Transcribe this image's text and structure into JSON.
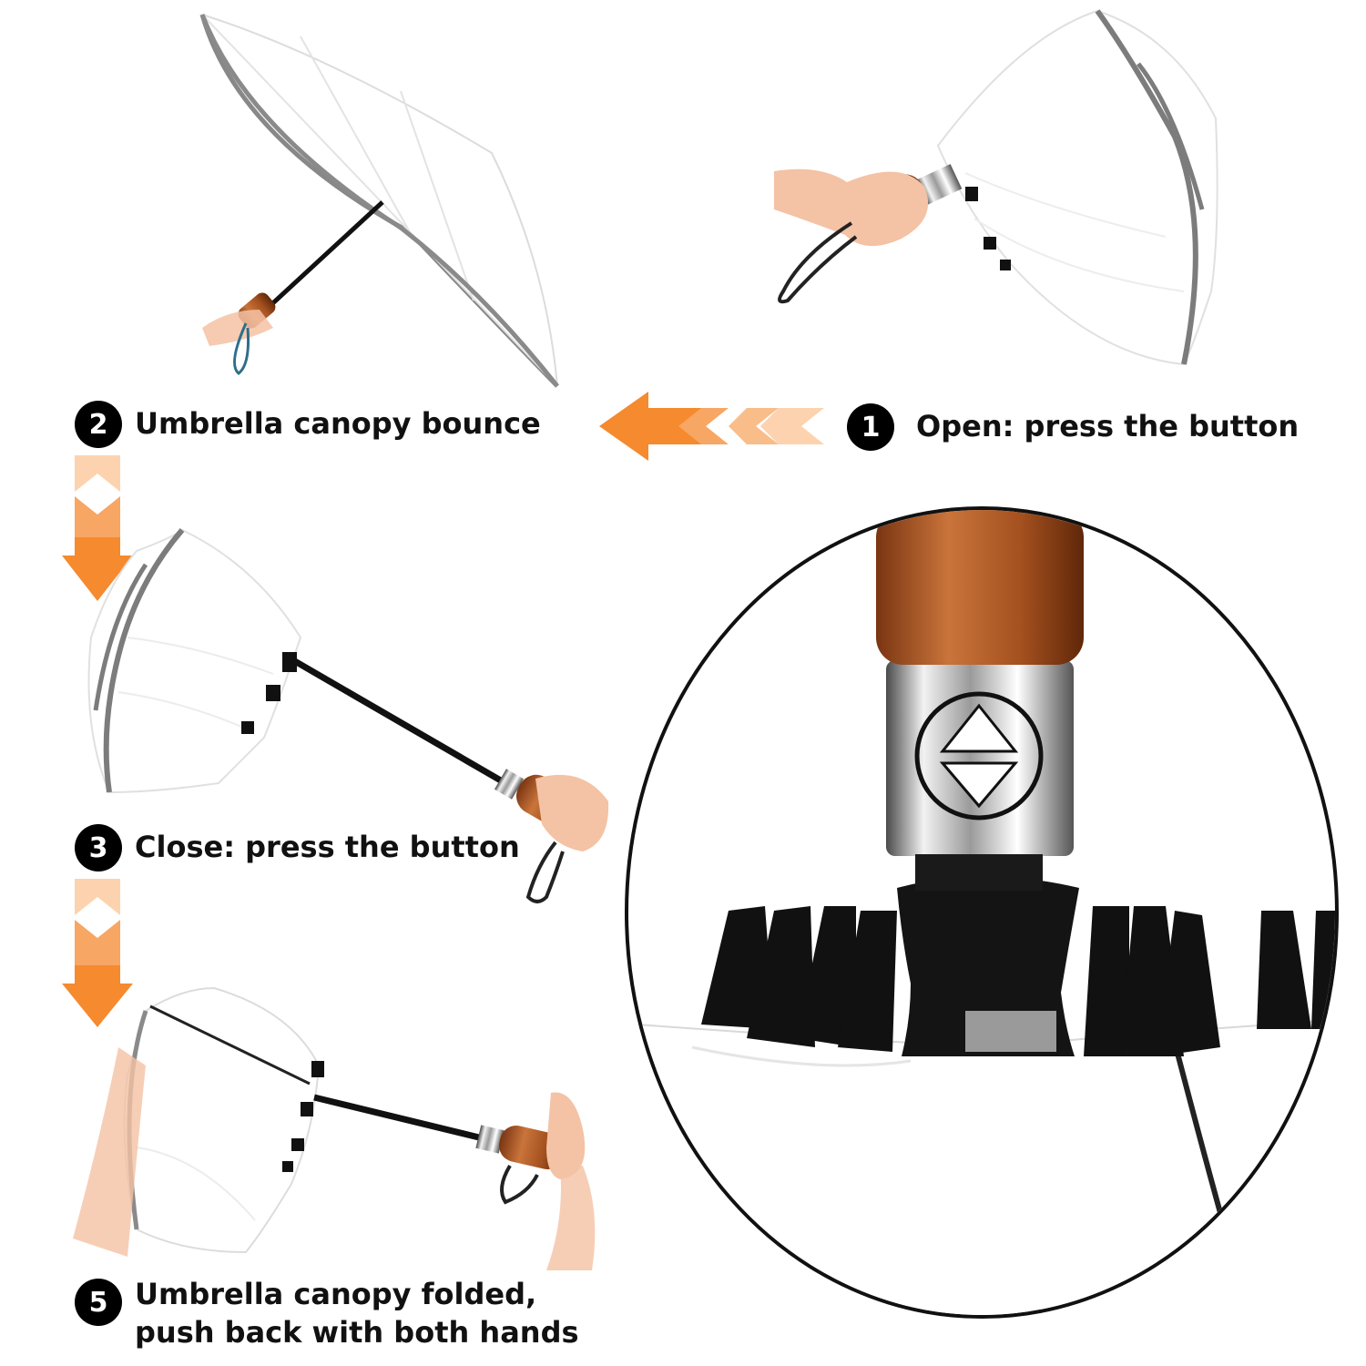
{
  "steps": [
    {
      "number": "1",
      "text": "Open: press the button"
    },
    {
      "number": "2",
      "text": "Umbrella canopy bounce"
    },
    {
      "number": "3",
      "text": "Close: press the button"
    },
    {
      "number": "5",
      "line1": "Umbrella canopy folded,",
      "line2": "push back with both hands"
    }
  ],
  "colors": {
    "arrow_orange": "#f58a2e",
    "arrow_light": "#fcd3ae",
    "canopy_white": "#ffffff",
    "canopy_trim": "#8a8a8a",
    "handle_wood": "#b55a26",
    "metal": "#c8c8c8",
    "ribs_black": "#111111",
    "skin": "#f4c2a4"
  }
}
